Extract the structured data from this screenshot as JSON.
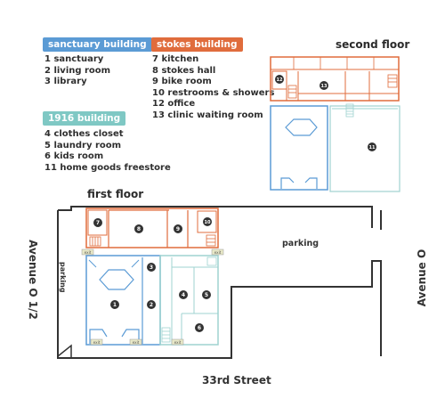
{
  "legend": {
    "sanctuary": {
      "title": "sanctuary building",
      "color": "#5b9bd5",
      "items": [
        "1 sanctuary",
        "2 living room",
        "3 library"
      ]
    },
    "stokes": {
      "title": "stokes building",
      "color": "#e06c3c",
      "items": [
        "7 kitchen",
        "8 stokes hall",
        "9 bike room",
        "10 restrooms & showers",
        "12 office",
        "13 clinic waiting room"
      ]
    },
    "b1916": {
      "title": "1916 building",
      "color": "#7fc8c4",
      "items": [
        "4 clothes closet",
        "5 laundry room",
        "6 kids room",
        "11 home goods freestore"
      ]
    }
  },
  "floors": {
    "first": "first floor",
    "second": "second floor"
  },
  "streets": {
    "left": "Avenue O 1/2",
    "right": "Avenue O",
    "bottom": "33rd Street"
  },
  "labels": {
    "parking_top": "parking",
    "parking_side": "parking",
    "exit": "exit"
  },
  "markers": {
    "m1": "1",
    "m2": "2",
    "m3": "3",
    "m4": "4",
    "m5": "5",
    "m6": "6",
    "m7": "7",
    "m8": "8",
    "m9": "9",
    "m10": "10",
    "m11": "11",
    "m12": "12",
    "m13": "13"
  }
}
